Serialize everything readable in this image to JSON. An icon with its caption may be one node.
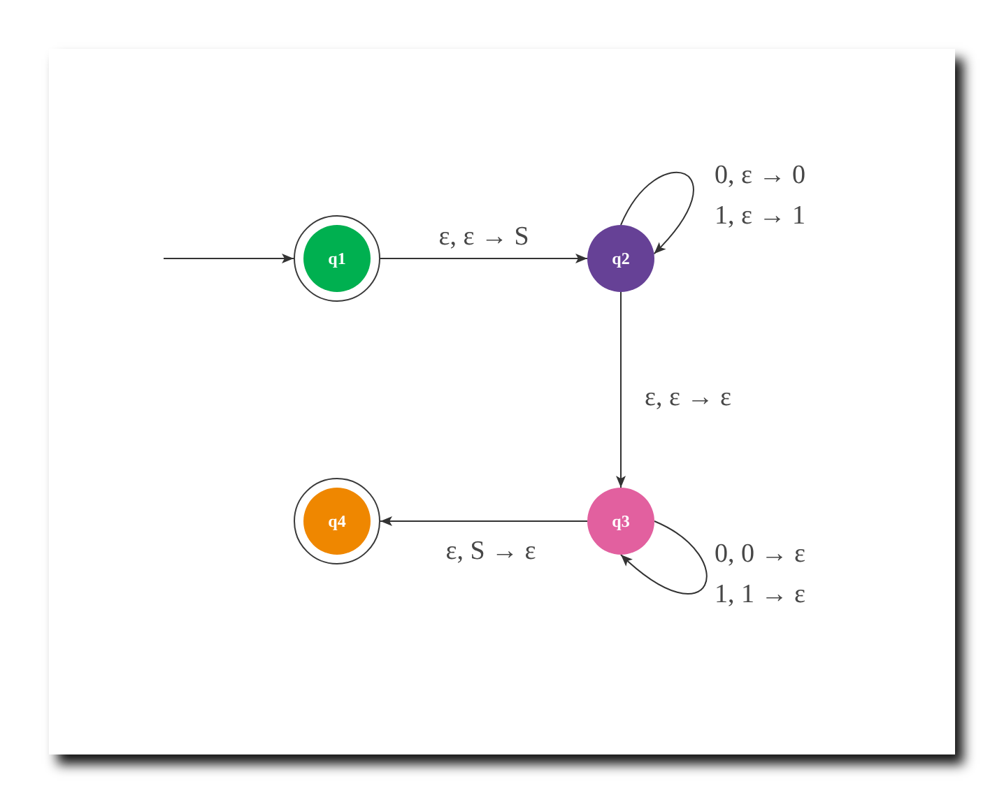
{
  "diagram": {
    "nodes": [
      {
        "text": [
          "q1"
        ]
      },
      {
        "text": [
          "q2"
        ]
      },
      {
        "text": [
          "q3"
        ]
      },
      {
        "text": [
          "q4"
        ]
      }
    ],
    "edges": [
      {
        "from": null,
        "to": 0,
        "arrow": "to"
      },
      {
        "from": 0,
        "to": 1,
        "arrow": "to",
        "label": "ε, ε → S"
      },
      {
        "from": 1,
        "to": 1,
        "arrow": "to",
        "label": "0, ε → 0 1, ε → 1"
      },
      {
        "from": 1,
        "to": 2,
        "arrow": "to",
        "label": "ε, ε → ε"
      },
      {
        "from": 2,
        "to": 2,
        "arrow": "to",
        "label": "0, 0 → ε 1, 1 → ε"
      },
      {
        "from": 2,
        "to": 3,
        "arrow": "to",
        "label": "ε, S → ε"
      }
    ]
  }
}
